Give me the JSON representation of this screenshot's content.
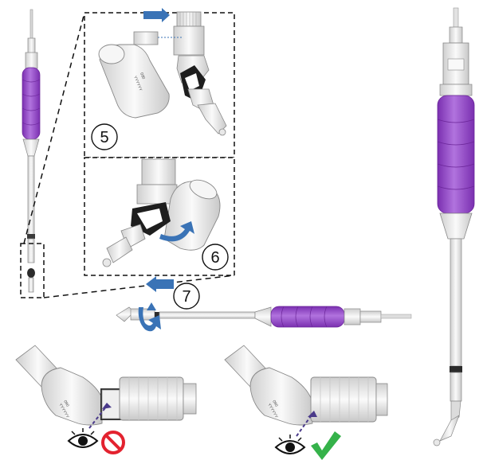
{
  "steps": {
    "five": "5",
    "six": "6",
    "seven": "7"
  },
  "device_print": {
    "label_left_a": "090",
    "label_left_b": "YYYYYY",
    "label_right_a": "090",
    "label_right_b": "YYYYYY"
  },
  "icons": {
    "eye": "eye-icon",
    "prohibited": "prohibited-icon",
    "check": "checkmark-icon",
    "arrow_push": "blue-arrow-icon",
    "arrow_rotate": "rotate-arrow-icon"
  },
  "colors": {
    "handle": "#8e3fc2",
    "handle_light": "#b173de",
    "arrow": "#3a73b6",
    "prohibited": "#e3222f",
    "check": "#35b24a",
    "body": "#eeeeee",
    "outline": "#8a8a8a"
  }
}
